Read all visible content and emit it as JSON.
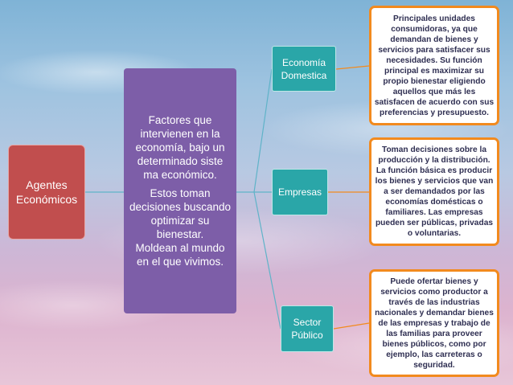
{
  "agentes": {
    "line1": "Agentes",
    "line2": "Económicos"
  },
  "factores": {
    "para1": "Factores que intervienen en la economía, bajo un determinado siste ma económico.",
    "para2": "Estos toman decisiones buscando optimizar su bienestar.",
    "para3": "Moldean al mundo en el que vivimos."
  },
  "agents": [
    {
      "line1": "Economía",
      "line2": "Domestica"
    },
    {
      "line1": "Empresas"
    },
    {
      "line1": "Sector",
      "line2": "Público"
    }
  ],
  "descriptions": [
    "Principales unidades consumidoras, ya que demandan de bienes y servicios para satisfacer sus necesidades. Su función principal es maximizar su propio bienestar eligiendo aquellos que más les satisfacen de acuerdo con sus preferencias y presupuesto.",
    "Toman decisiones sobre la producción y la distribución. La función básica es producir los bienes y servicios que van a ser demandados por las economías domésticas o familiares. Las empresas pueden ser públicas, privadas o voluntarias.",
    "Puede ofertar bienes y servicios como productor a través de las industrias nacionales y demandar bienes de las empresas y trabajo de las familias para proveer bienes públicos, como por ejemplo, las carreteras o seguridad."
  ],
  "colors": {
    "agentes_box": "#c14e4e",
    "factores_box": "#7d5ea8",
    "agent_boxes": "#2aa6a8",
    "description_border": "#f28a1e",
    "connector": "#5fb3c8"
  }
}
